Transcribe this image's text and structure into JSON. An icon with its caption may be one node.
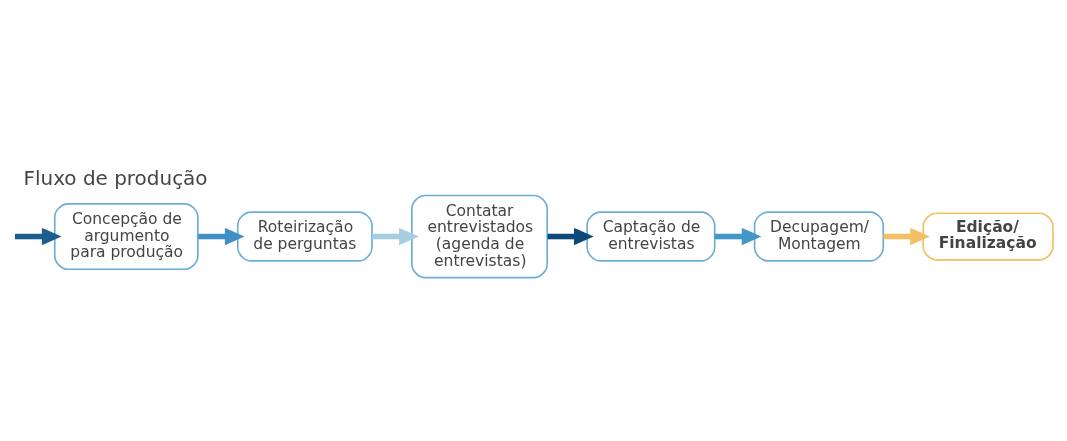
{
  "diagram": {
    "title": "Fluxo de produção",
    "nodes": [
      {
        "text": [
          "Concepção de argumento para produção"
        ]
      },
      {
        "text": [
          "Roteirização de perguntas"
        ]
      },
      {
        "text": [
          "Contatar entrevistados (agenda de entrevistas)"
        ]
      },
      {
        "text": [
          "Captação de entrevistas"
        ]
      },
      {
        "text": [
          "Decupagem/ Montagem"
        ]
      },
      {
        "text": [
          "Edição/ Finalização"
        ]
      }
    ],
    "edges": [
      {
        "from": null,
        "to": 0,
        "arrow": "to",
        "color": "#1b5e8e"
      },
      {
        "from": 0,
        "to": 1,
        "arrow": "to",
        "color": "#3f8fc4"
      },
      {
        "from": 1,
        "to": 2,
        "arrow": "to",
        "color": "#a7cde3"
      },
      {
        "from": 2,
        "to": 3,
        "arrow": "to",
        "color": "#0d4a7a"
      },
      {
        "from": 3,
        "to": 4,
        "arrow": "to",
        "color": "#4596c8"
      },
      {
        "from": 4,
        "to": 5,
        "arrow": "to",
        "color": "#f2c063"
      }
    ]
  }
}
